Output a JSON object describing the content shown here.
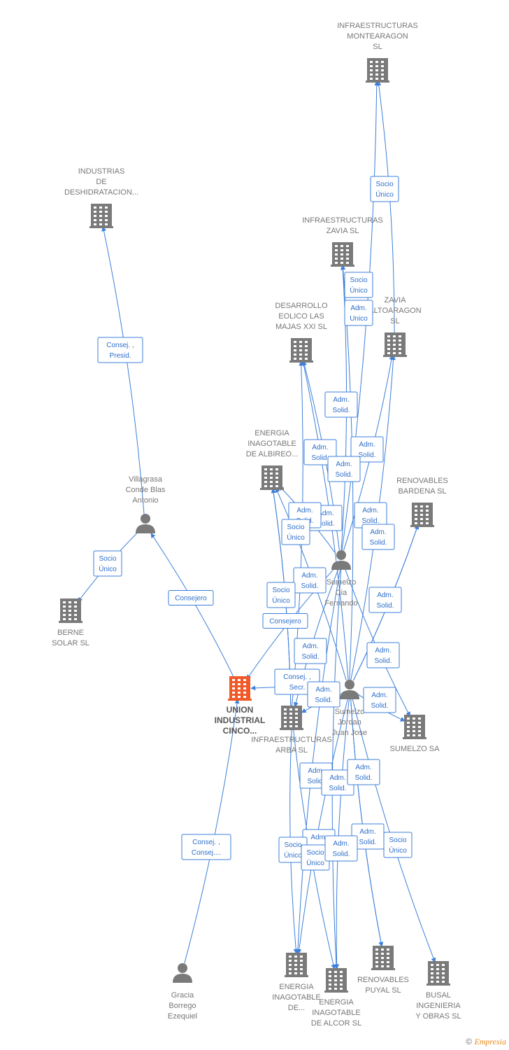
{
  "colors": {
    "edge": "#3d7fd9",
    "company": "#7a7a7a",
    "main_company": "#f05a28",
    "person": "#7a7a7a",
    "brand": "#e88a1a"
  },
  "nodes": [
    {
      "id": "montearagon",
      "kind": "company",
      "lines": [
        "INFRAESTRUCTURAS",
        "MONTEARAGON",
        "SL"
      ]
    },
    {
      "id": "deshidratacion",
      "kind": "company",
      "lines": [
        "INDUSTRIAS",
        "DE",
        "DESHIDRATACION..."
      ]
    },
    {
      "id": "zavia",
      "kind": "company",
      "lines": [
        "INFRAESTRUCTURAS",
        "ZAVIA SL"
      ]
    },
    {
      "id": "desarrollo",
      "kind": "company",
      "lines": [
        "DESARROLLO",
        "EOLICO LAS",
        "MAJAS XXI SL"
      ]
    },
    {
      "id": "zavia_alto",
      "kind": "company",
      "lines": [
        "ZAVIA",
        "ALTOARAGON",
        "SL"
      ]
    },
    {
      "id": "albireo",
      "kind": "company",
      "lines": [
        "ENERGIA",
        "INAGOTABLE",
        "DE ALBIREO..."
      ]
    },
    {
      "id": "bardena",
      "kind": "company",
      "lines": [
        "RENOVABLES",
        "BARDENA SL"
      ]
    },
    {
      "id": "villagrasa",
      "kind": "person",
      "lines": [
        "Villagrasa",
        "Conde Blas",
        "Antonio"
      ]
    },
    {
      "id": "fernando",
      "kind": "person",
      "lines": [
        "Sumelzo",
        "Cia",
        "Fernando"
      ]
    },
    {
      "id": "berne",
      "kind": "company",
      "lines": [
        "BERNE",
        "SOLAR SL"
      ]
    },
    {
      "id": "union",
      "kind": "main",
      "lines": [
        "UNION",
        "INDUSTRIAL",
        "CINCO..."
      ]
    },
    {
      "id": "arba",
      "kind": "company",
      "lines": [
        "INFRAESTRUCTURAS",
        "ARBA SL"
      ]
    },
    {
      "id": "juanjose",
      "kind": "person",
      "lines": [
        "Sumelzo",
        "Jordan",
        "Juan Jose"
      ]
    },
    {
      "id": "sumelzo",
      "kind": "company",
      "lines": [
        "SUMELZO SA"
      ]
    },
    {
      "id": "gracia",
      "kind": "person",
      "lines": [
        "Gracia",
        "Borrego",
        "Ezequiel"
      ]
    },
    {
      "id": "inag_de",
      "kind": "company",
      "lines": [
        "ENERGIA",
        "INAGOTABLE",
        "DE..."
      ]
    },
    {
      "id": "alcor",
      "kind": "company",
      "lines": [
        "ENERGIA",
        "INAGOTABLE",
        "DE ALCOR SL"
      ]
    },
    {
      "id": "puyal",
      "kind": "company",
      "lines": [
        "RENOVABLES",
        "PUYAL SL"
      ]
    },
    {
      "id": "busal",
      "kind": "company",
      "lines": [
        "BUSAL",
        "INGENIERIA",
        "Y OBRAS SL"
      ]
    }
  ],
  "edge_labels": [
    {
      "id": "e1",
      "lines": [
        "Socio",
        "Único"
      ]
    },
    {
      "id": "e2",
      "lines": [
        "Consej. ,",
        "Presid."
      ]
    },
    {
      "id": "e3",
      "lines": [
        "Socio",
        "Único"
      ]
    },
    {
      "id": "e4",
      "lines": [
        "Adm.",
        "Unico"
      ]
    },
    {
      "id": "e5",
      "lines": [
        "Adm.",
        "Solid."
      ]
    },
    {
      "id": "e6",
      "lines": [
        "Adm.",
        "Solid."
      ]
    },
    {
      "id": "e7",
      "lines": [
        "Adm.",
        "Solid."
      ]
    },
    {
      "id": "e8",
      "lines": [
        "Adm.",
        "Solid."
      ]
    },
    {
      "id": "e9",
      "lines": [
        "Adm.",
        "Solid."
      ]
    },
    {
      "id": "e10",
      "lines": [
        "Adm.",
        "Solid."
      ]
    },
    {
      "id": "e11",
      "lines": [
        "Socio",
        "Único"
      ]
    },
    {
      "id": "e12",
      "lines": [
        "Adm.",
        "Solid."
      ]
    },
    {
      "id": "e13",
      "lines": [
        "Adm.",
        "Solid."
      ]
    },
    {
      "id": "e14",
      "lines": [
        "Socio",
        "Único"
      ]
    },
    {
      "id": "e15",
      "lines": [
        "Consejero"
      ]
    },
    {
      "id": "e16",
      "lines": [
        "Adm.",
        "Solid."
      ]
    },
    {
      "id": "e17",
      "lines": [
        "Socio",
        "Único"
      ]
    },
    {
      "id": "e18",
      "lines": [
        "Consejero"
      ]
    },
    {
      "id": "e19",
      "lines": [
        "Adm.",
        "Solid."
      ]
    },
    {
      "id": "e20",
      "lines": [
        "Adm.",
        "Solid."
      ]
    },
    {
      "id": "e21",
      "lines": [
        "Adm.",
        "Solid."
      ]
    },
    {
      "id": "e22",
      "lines": [
        "Consej. ,",
        "Secr."
      ]
    },
    {
      "id": "e23",
      "lines": [
        "Adm.",
        "Solid."
      ]
    },
    {
      "id": "e24",
      "lines": [
        "Adm.",
        "Solid."
      ]
    },
    {
      "id": "e25",
      "lines": [
        "Adm.",
        "Solid."
      ]
    },
    {
      "id": "e26",
      "lines": [
        "Adm.",
        "Solid."
      ]
    },
    {
      "id": "e27",
      "lines": [
        "Adm.",
        "Solid."
      ]
    },
    {
      "id": "e28",
      "lines": [
        "Consej. ,",
        "Consej...."
      ]
    },
    {
      "id": "e29",
      "lines": [
        "Adm.",
        "Solid."
      ]
    },
    {
      "id": "e30",
      "lines": [
        "Adm.",
        "Solid."
      ]
    },
    {
      "id": "e31",
      "lines": [
        "Socio",
        "Único"
      ]
    },
    {
      "id": "e32",
      "lines": [
        "Socio",
        "Único"
      ]
    },
    {
      "id": "e33",
      "lines": [
        "Adm.",
        "Solid."
      ]
    },
    {
      "id": "e34",
      "lines": [
        "Socio",
        "Único"
      ]
    }
  ],
  "footer": {
    "copyright": "©",
    "brand": "Empresia"
  }
}
